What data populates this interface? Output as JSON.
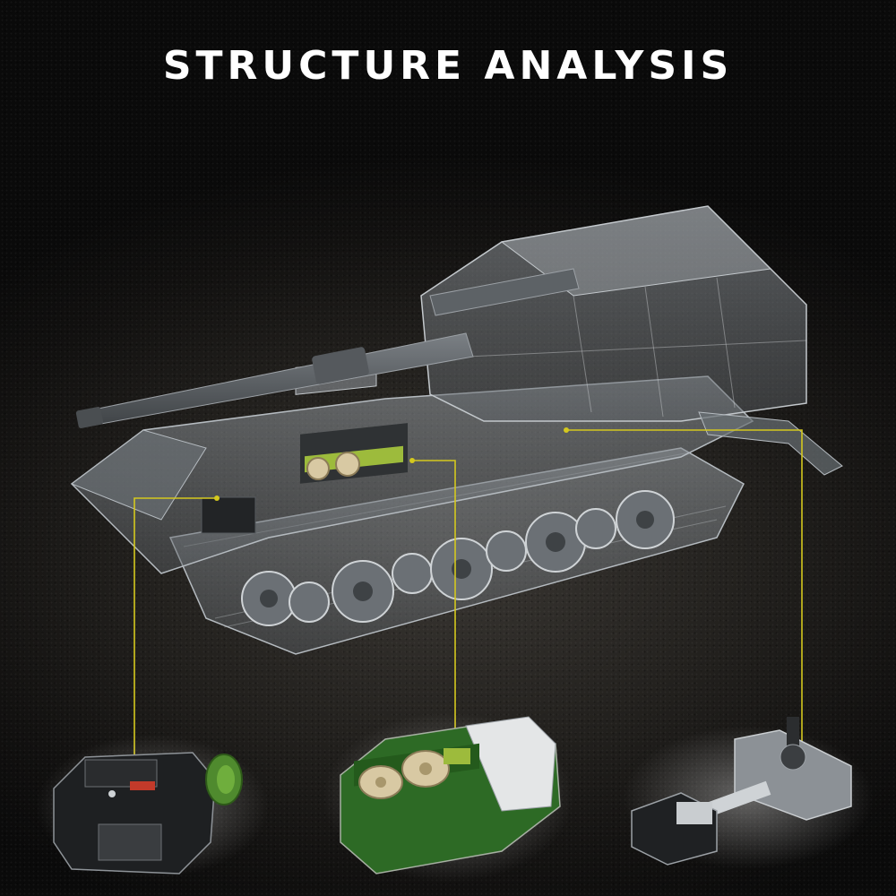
{
  "title": "STRUCTURE ANALYSIS",
  "colors": {
    "background": "#1a1918",
    "title": "#ffffff",
    "callout_line": "#d4c81e",
    "hull_gray": "#5a5f63",
    "transparent_shell": "#8a9096",
    "brick_tan": "#d8c9a3",
    "brick_green": "#3f6b2b",
    "brick_lime": "#9dbb3c"
  },
  "callouts": [
    {
      "id": "gearbox",
      "icon": "gearbox-module-icon"
    },
    {
      "id": "engine",
      "icon": "engine-module-icon"
    },
    {
      "id": "gun-mount",
      "icon": "gun-mount-module-icon"
    }
  ]
}
